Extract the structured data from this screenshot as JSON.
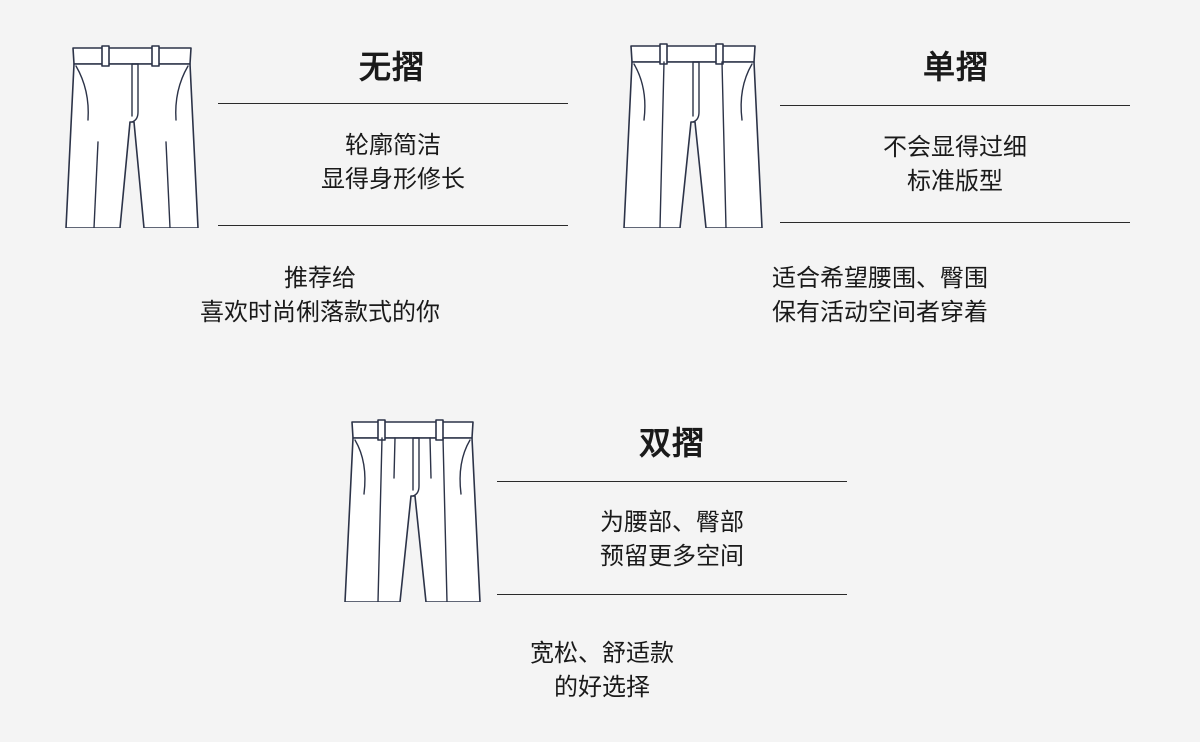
{
  "styles": [
    {
      "id": "no-pleat",
      "title": "无摺",
      "features": [
        "轮廓简洁",
        "显得身形修长"
      ],
      "recommendation": [
        "推荐给",
        "喜欢时尚俐落款式的你"
      ],
      "pleats_per_side": 0
    },
    {
      "id": "single-pleat",
      "title": "单摺",
      "features": [
        "不会显得过细",
        "标准版型"
      ],
      "recommendation": [
        "适合希望腰围、臀围",
        "保有活动空间者穿着"
      ],
      "pleats_per_side": 1
    },
    {
      "id": "double-pleat",
      "title": "双摺",
      "features": [
        "为腰部、臀部",
        "预留更多空间"
      ],
      "recommendation": [
        "宽松、舒适款",
        "的好选择"
      ],
      "pleats_per_side": 2
    }
  ],
  "colors": {
    "background": "#f4f4f4",
    "text": "#1a1a1a",
    "line": "#2c3348"
  },
  "icons": [
    "trousers-illustration"
  ]
}
